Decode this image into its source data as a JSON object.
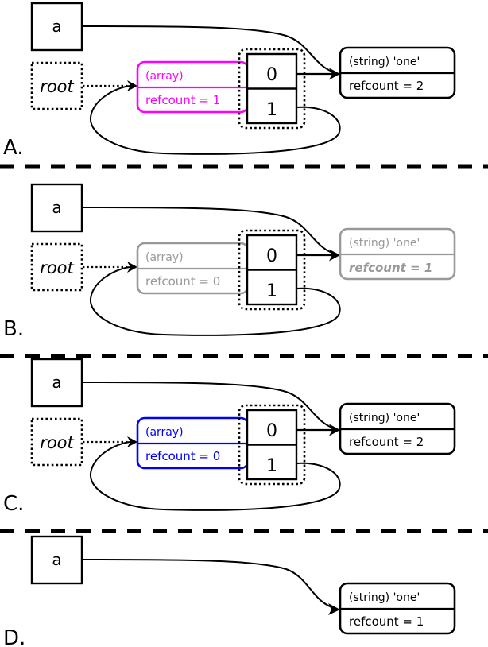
{
  "figure": {
    "title": "PHP reference counting / garbage collection panels",
    "divider_count": 3,
    "colors": {
      "black": "#000000",
      "magenta": "#FF00FF",
      "blue": "#0000FF",
      "gray": "#999999",
      "white": "#FFFFFF"
    }
  },
  "panels": [
    {
      "letter": "A.",
      "variable_box": {
        "label": "a"
      },
      "root_box": {
        "label": "root"
      },
      "array_box": {
        "type_label": "(array)",
        "refcount_label": "refcount = 1",
        "color": "#FF00FF",
        "state": "active"
      },
      "array_cells": [
        {
          "index": "0"
        },
        {
          "index": "1"
        }
      ],
      "string_box": {
        "type_label": "(string) 'one'",
        "refcount_label": "refcount = 2",
        "color": "#000000",
        "state": "active"
      }
    },
    {
      "letter": "B.",
      "variable_box": {
        "label": "a"
      },
      "root_box": {
        "label": "root"
      },
      "array_box": {
        "type_label": "(array)",
        "refcount_label": "refcount = 0",
        "color": "#999999",
        "state": "dimmed"
      },
      "array_cells": [
        {
          "index": "0"
        },
        {
          "index": "1"
        }
      ],
      "string_box": {
        "type_label": "(string) 'one'",
        "refcount_label": "refcount = 1",
        "color": "#999999",
        "state": "dimmed-emphasis"
      }
    },
    {
      "letter": "C.",
      "variable_box": {
        "label": "a"
      },
      "root_box": {
        "label": "root"
      },
      "array_box": {
        "type_label": "(array)",
        "refcount_label": "refcount = 0",
        "color": "#0000FF",
        "state": "active"
      },
      "array_cells": [
        {
          "index": "0"
        },
        {
          "index": "1"
        }
      ],
      "string_box": {
        "type_label": "(string) 'one'",
        "refcount_label": "refcount = 2",
        "color": "#000000",
        "state": "active"
      }
    },
    {
      "letter": "D.",
      "variable_box": {
        "label": "a"
      },
      "root_box": null,
      "array_box": null,
      "array_cells": [],
      "string_box": {
        "type_label": "(string) 'one'",
        "refcount_label": "refcount = 1",
        "color": "#000000",
        "state": "active"
      }
    }
  ]
}
